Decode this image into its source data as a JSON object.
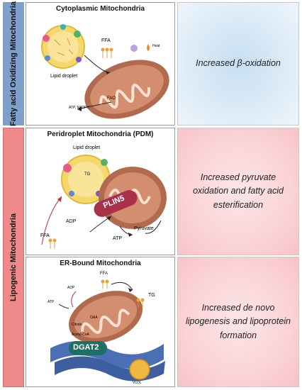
{
  "sidebar": {
    "top_label": "Fatty acid Oxidizing Mitochondria",
    "bottom_label": "Lipogenic Mitochondria"
  },
  "panels": [
    {
      "title": "Cytoplasmic Mitochondria",
      "labels": {
        "ffa": "FFA",
        "heat": "Heat",
        "lipid": "Lipid droplet",
        "fao": "FAO",
        "atp": "ATP, NADPH"
      },
      "description": "Increased β-oxidation"
    },
    {
      "title": "Peridroplet Mitochondria (PDM)",
      "labels": {
        "lipid": "Lipid droplet",
        "tg": "TG",
        "plin5": "PLIN5",
        "adp": "ADP",
        "pyruvate": "Pyruvate",
        "atp": "ATP",
        "ffa": "FFA"
      },
      "description": "Increased pyruvate oxidation and fatty acid esterification"
    },
    {
      "title": "ER-Bound Mitochondria",
      "labels": {
        "ffa": "FFA",
        "adp": "ADP",
        "atp": "ATP",
        "tg": "TG",
        "oaa": "OAA",
        "citrate": "Citrate",
        "acetyl": "Acetyl-CoA",
        "dgat2": "DGAT2",
        "vldl": "VLDL"
      },
      "description": "Increased de novo lipogenesis and lipoprotein formation"
    }
  ],
  "colors": {
    "blue_bar": "#7ea0cc",
    "red_bar": "#f08a8a",
    "mito_outer": "#b26a4e",
    "mito_inner": "#d38e6f",
    "lipid": "#f4d25a",
    "plin5": "#a8304a",
    "er": "#4a6fb5",
    "dgat2": "#1f6f67"
  }
}
